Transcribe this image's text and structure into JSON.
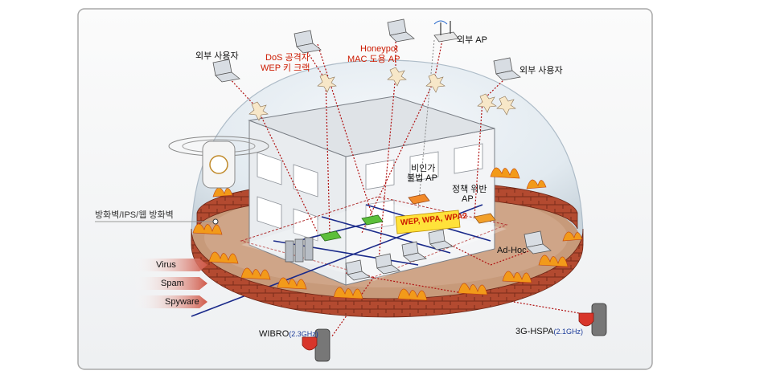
{
  "labels": {
    "external_user_1": "외부 사용자",
    "dos_attacker_line1": "DoS 공격자",
    "dos_attacker_line2": "WEP 키 크랙",
    "honeypot_line1": "Honeypot",
    "honeypot_line2": "MAC 도용 AP",
    "external_ap": "외부 AP",
    "external_user_2": "외부 사용자",
    "firewall": "방화벽/IPS/웹 방화벽",
    "unauthorized_ap_line1": "비인가",
    "unauthorized_ap_line2": "불법 AP",
    "policy_violation_line1": "정책 위반",
    "policy_violation_line2": "AP",
    "wep_wpa": "WEP, WPA, WPA2",
    "adhoc": "Ad-Hoc",
    "virus": "Virus",
    "spam": "Spam",
    "spyware": "Spyware",
    "wibro": "WIBRO",
    "wibro_freq": "(2.3GHz)",
    "hspa": "3G-HSPA",
    "hspa_freq": "(2.1GHz)"
  },
  "colors": {
    "attack_line": "#b01010",
    "network_line": "#1a2a8a",
    "brick": "#b0442a",
    "floor": "#c79a7a",
    "dome": "#e4ecf2"
  },
  "icons": [
    "laptop-icon",
    "access-point-icon",
    "server-icon",
    "sensor-device-icon",
    "mobile-shield-icon",
    "explosion-icon",
    "fire-icon"
  ]
}
